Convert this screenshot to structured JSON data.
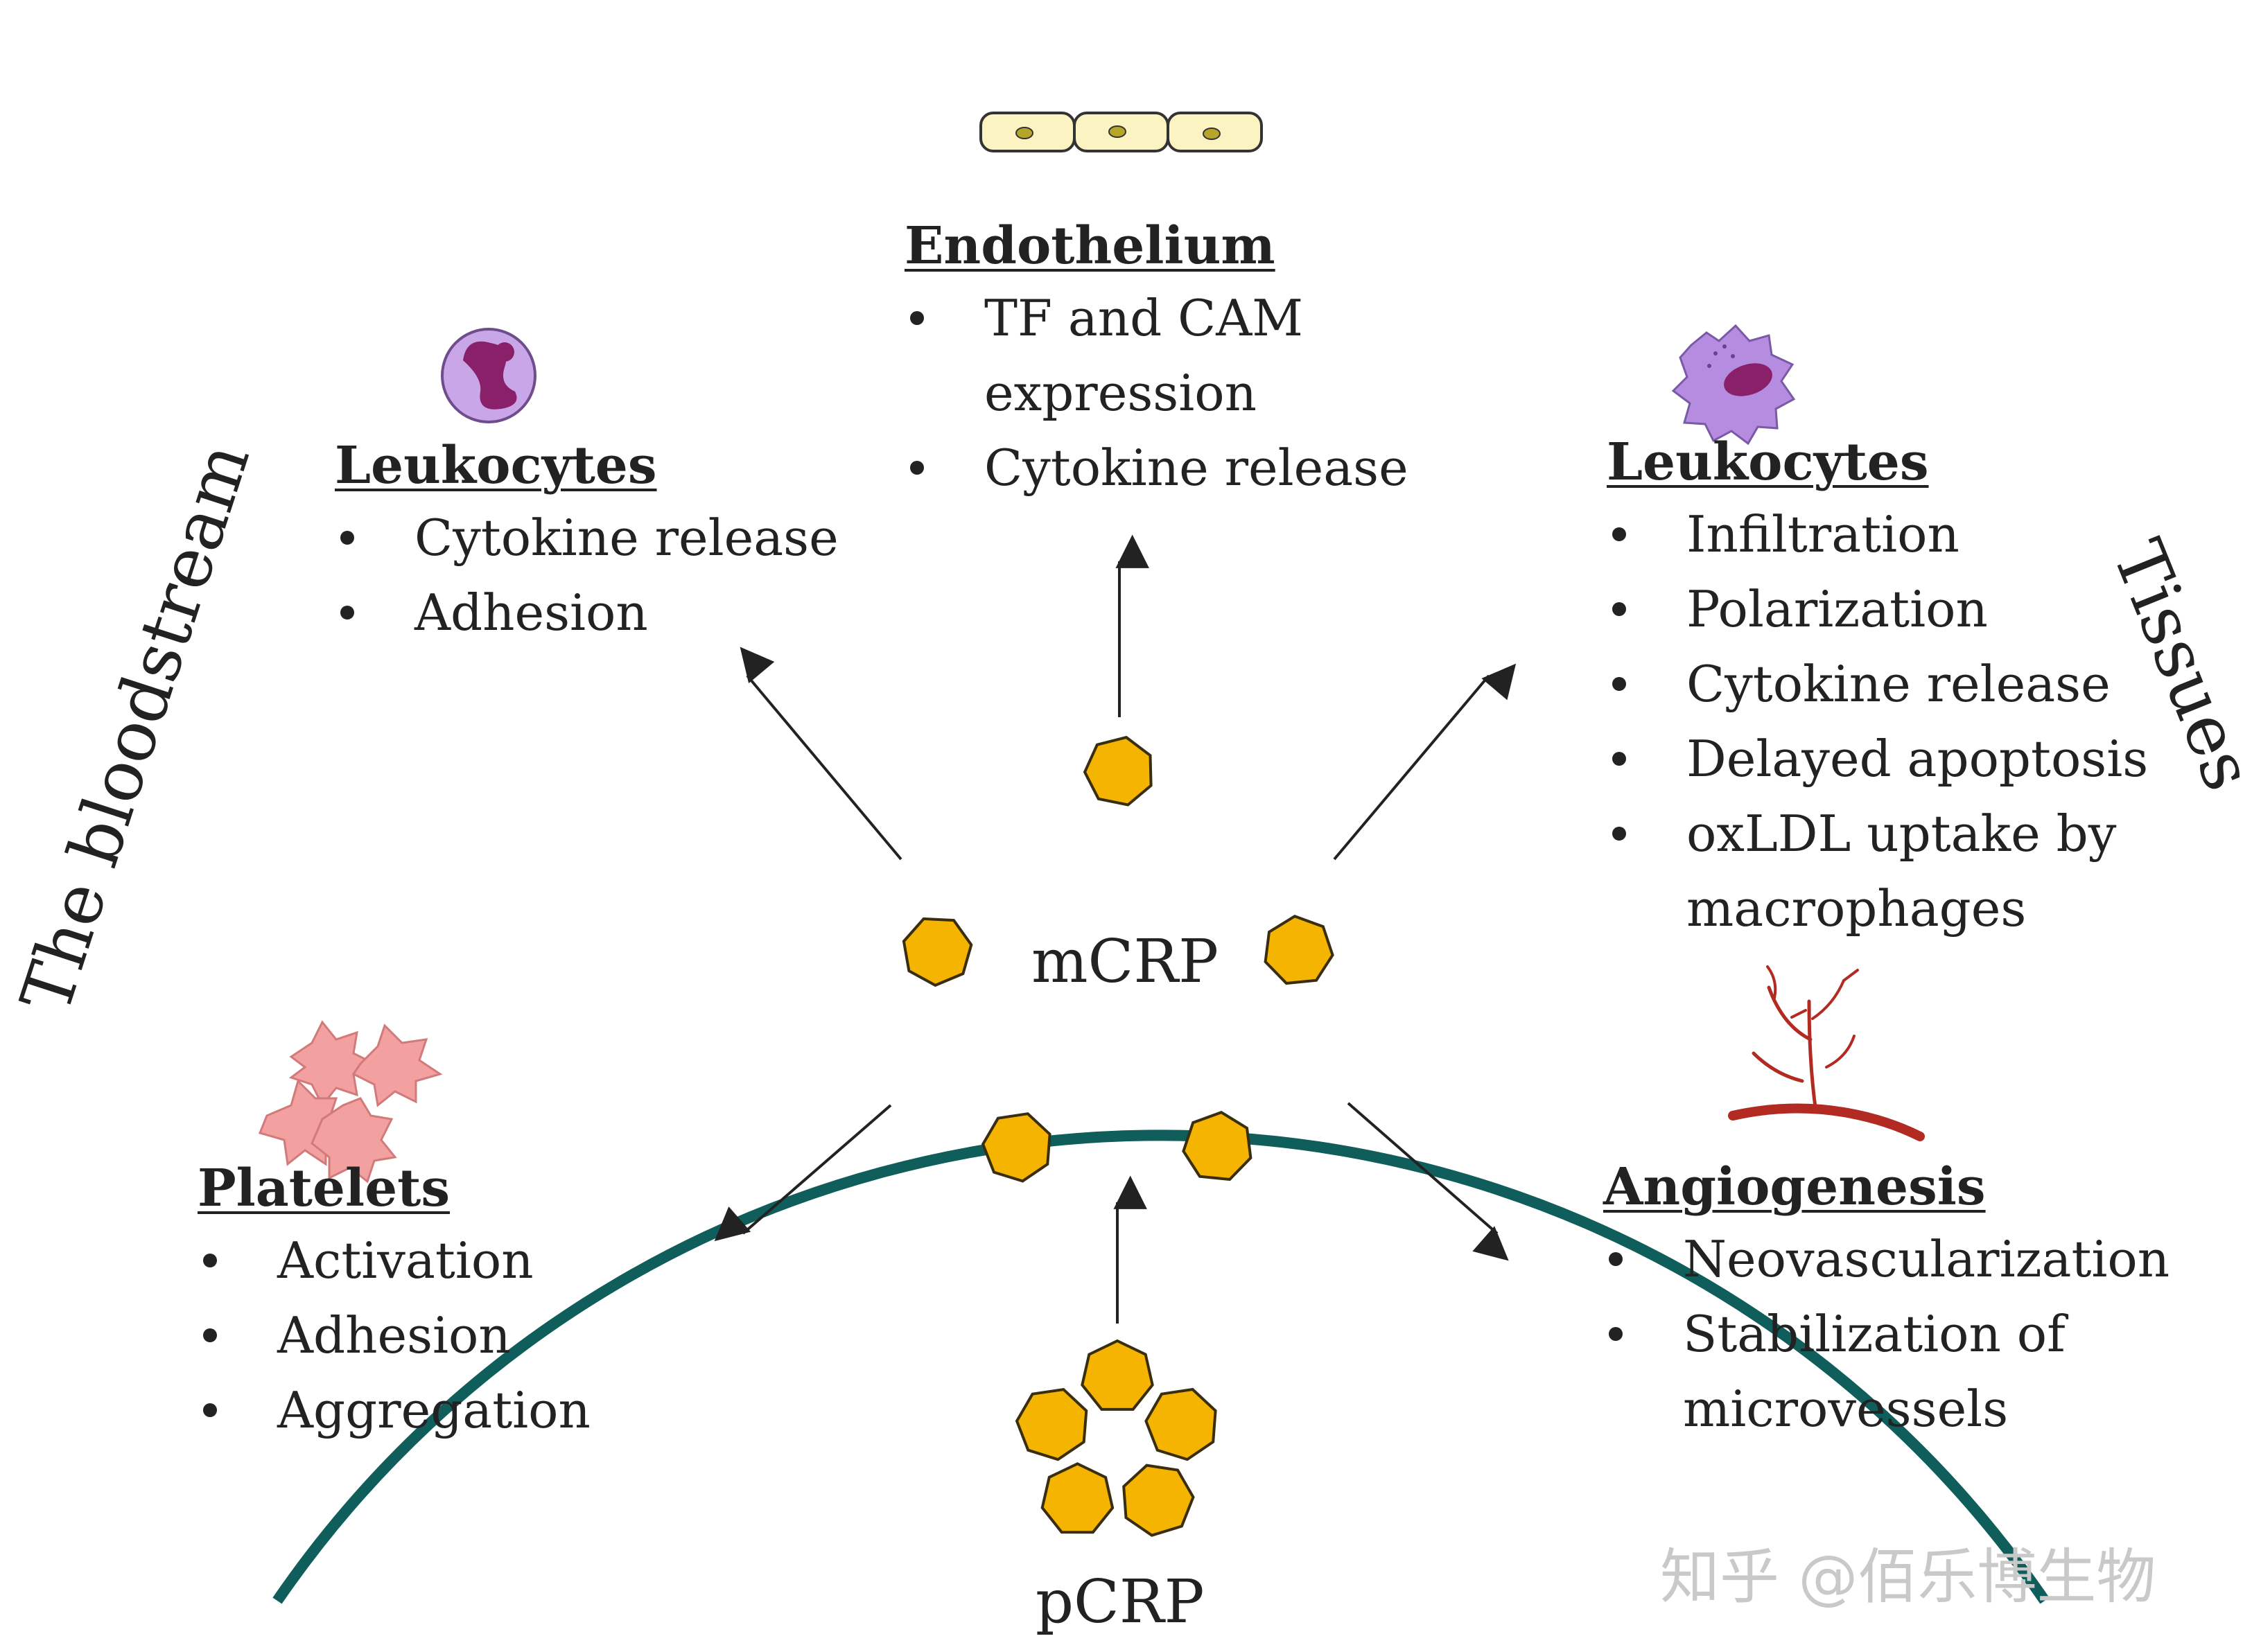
{
  "arc_labels": {
    "left": "The bloodstream",
    "right": "Tissues"
  },
  "center": {
    "monomer_label": "mCRP",
    "pentamer_label": "pCRP"
  },
  "groups": {
    "endothelium": {
      "title": "Endothelium",
      "items": [
        "TF and CAM",
        "expression",
        "Cytokine release"
      ]
    },
    "leukocytes_left": {
      "title": "Leukocytes",
      "items": [
        "Cytokine release",
        "Adhesion"
      ]
    },
    "leukocytes_right": {
      "title": "Leukocytes",
      "items": [
        "Infiltration",
        "Polarization",
        "Cytokine release",
        "Delayed apoptosis",
        "oxLDL uptake by",
        "macrophages"
      ]
    },
    "platelets": {
      "title": "Platelets",
      "items": [
        "Activation",
        "Adhesion",
        "Aggregation"
      ]
    },
    "angiogenesis": {
      "title": "Angiogenesis",
      "items": [
        "Neovascularization",
        "Stabilization of",
        "microvessels"
      ]
    }
  },
  "watermark": "知乎 @佰乐博生物",
  "colors": {
    "arc": "#0f5e5c",
    "crp_fill": "#f5b400",
    "crp_stroke": "#3a2e10",
    "endothelial_cell": "#fbf3c2",
    "neutrophil": "#c9a6e8",
    "nucleus": "#8a1f6a",
    "macrophage": "#b58ce0",
    "platelet": "#f2a0a0",
    "vessel": "#b22a22"
  },
  "icons": [
    "endothelial-cells-icon",
    "neutrophil-icon",
    "macrophage-icon",
    "platelets-icon",
    "blood-vessel-icon"
  ]
}
